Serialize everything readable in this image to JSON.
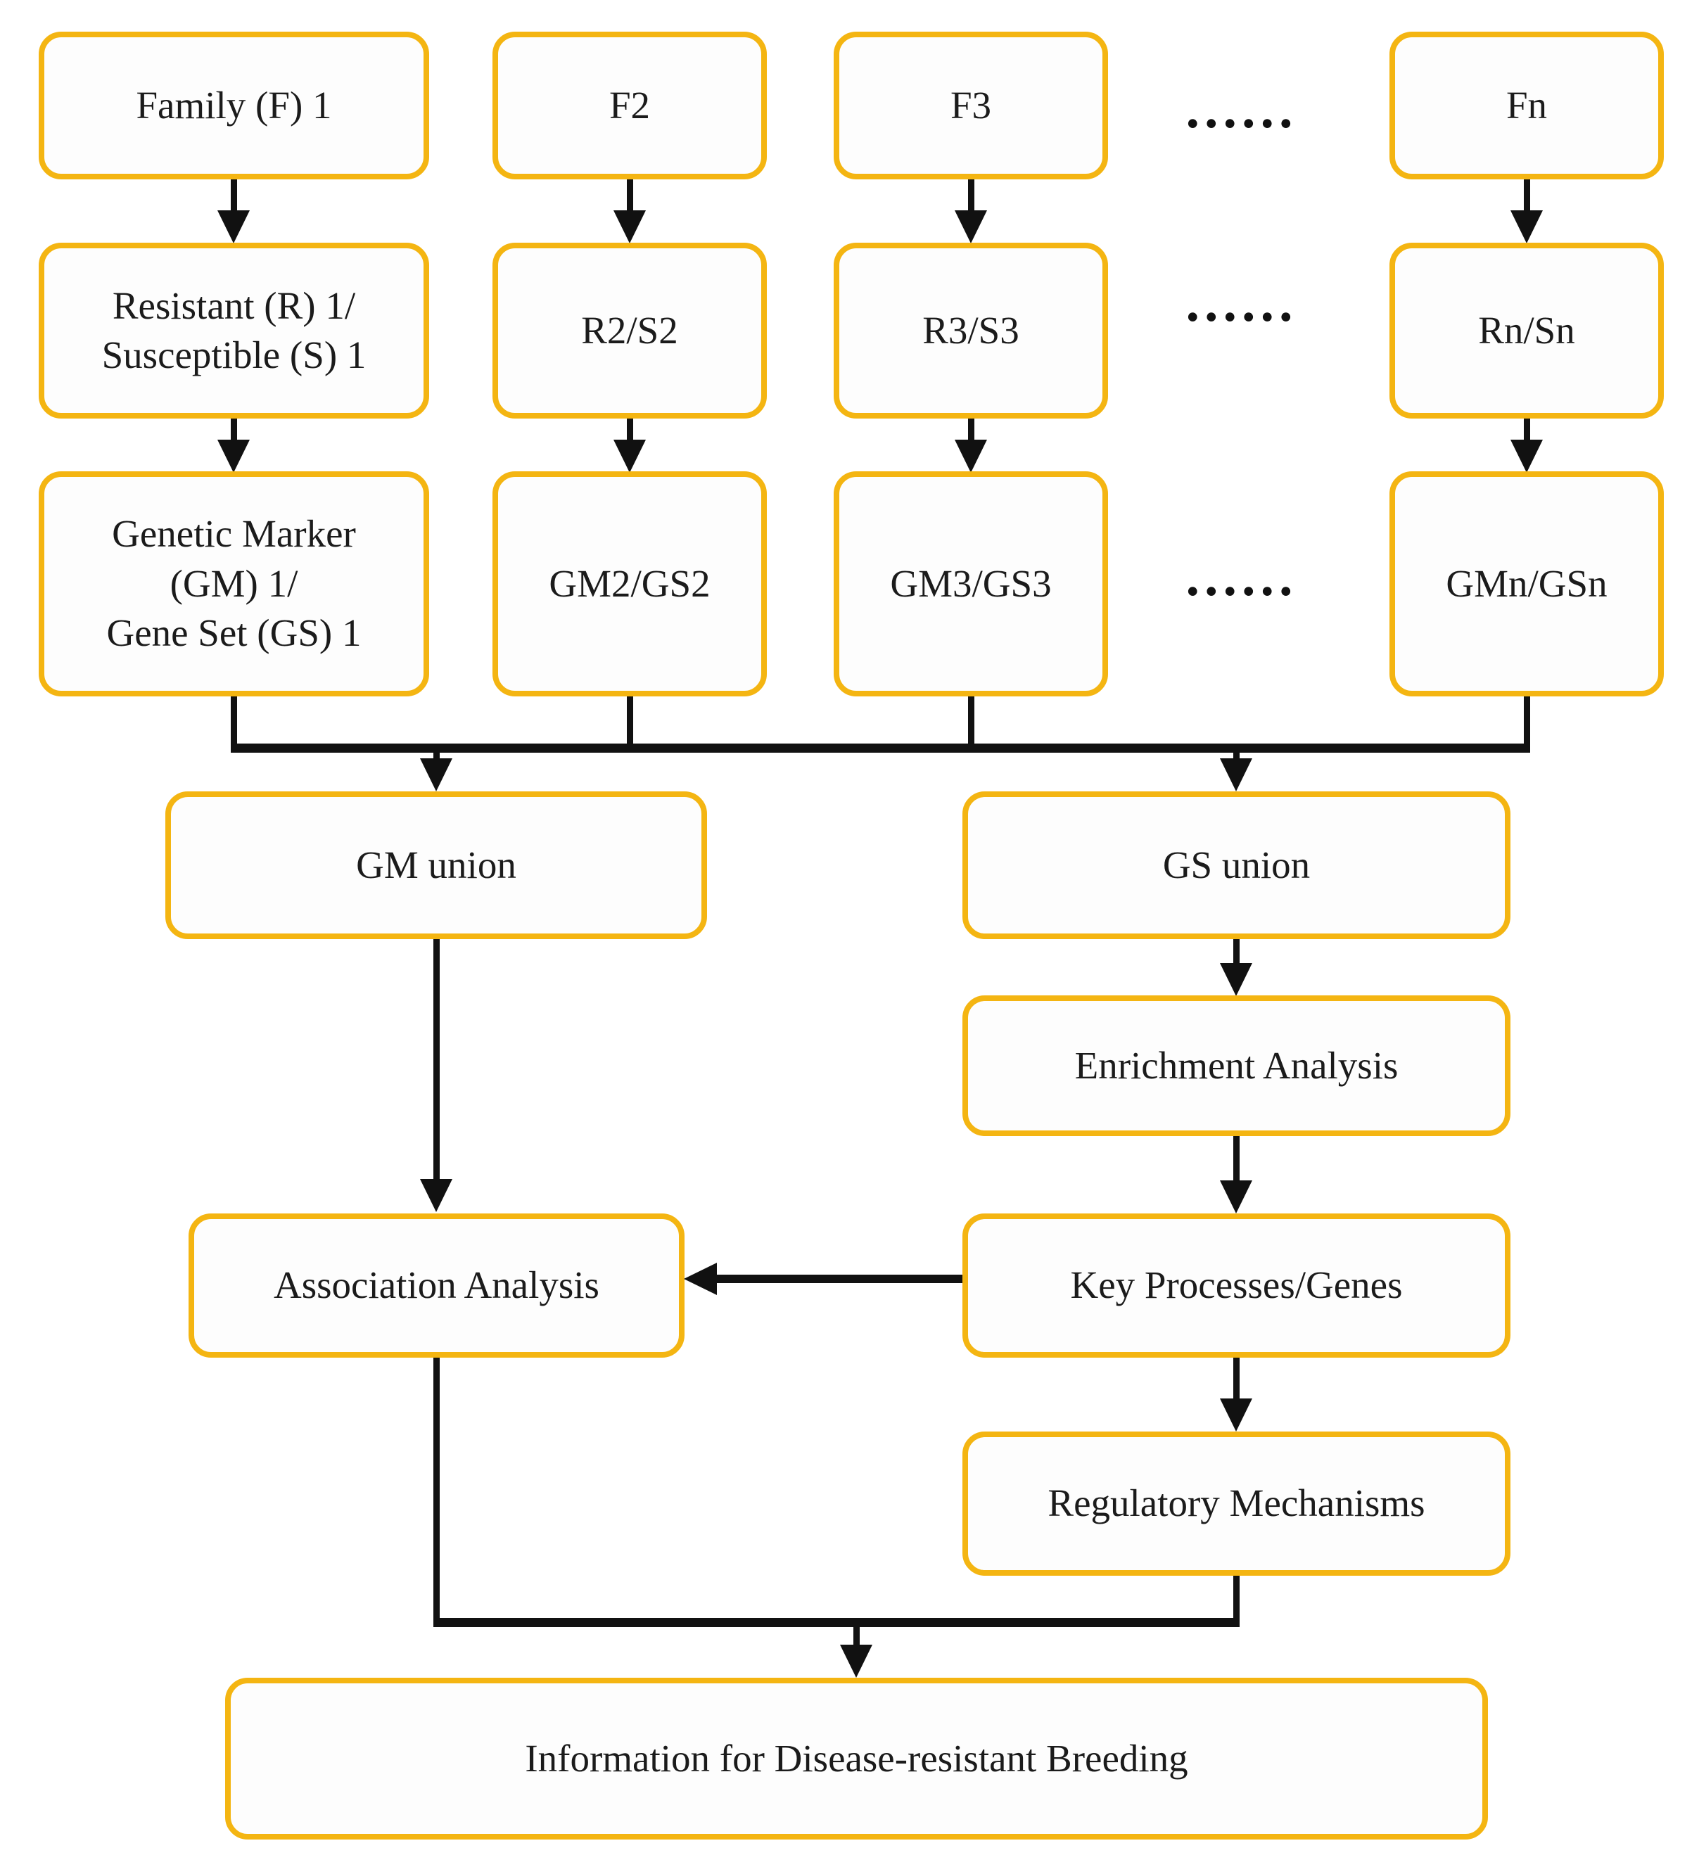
{
  "diagram": {
    "type": "flowchart",
    "topic": "Multi-family genetic analysis pipeline for disease-resistant breeding"
  },
  "colors": {
    "box_border": "#F4B512",
    "box_fill": "#FDFDFD",
    "line_color": "#111111",
    "text_color": "#1b1b1b",
    "page_bg": "#ffffff"
  },
  "ellipsis": {
    "row1": "......",
    "row2": "......",
    "row3": "......"
  },
  "nodes": {
    "family1": {
      "label": "Family (F) 1"
    },
    "f2": {
      "label": "F2"
    },
    "f3": {
      "label": "F3"
    },
    "fn": {
      "label": "Fn"
    },
    "rs1": {
      "label": "Resistant (R) 1/\nSusceptible (S) 1"
    },
    "rs2": {
      "label": "R2/S2"
    },
    "rs3": {
      "label": "R3/S3"
    },
    "rsn": {
      "label": "Rn/Sn"
    },
    "gm1": {
      "label": "Genetic Marker\n(GM) 1/\nGene Set (GS) 1"
    },
    "gm2": {
      "label": "GM2/GS2"
    },
    "gm3": {
      "label": "GM3/GS3"
    },
    "gmn": {
      "label": "GMn/GSn"
    },
    "gm_union": {
      "label": "GM union"
    },
    "gs_union": {
      "label": "GS union"
    },
    "enrichment": {
      "label": "Enrichment Analysis"
    },
    "association": {
      "label": "Association Analysis"
    },
    "key_processes": {
      "label": "Key Processes/Genes"
    },
    "regulatory": {
      "label": "Regulatory Mechanisms"
    },
    "information": {
      "label": "Information for Disease-resistant Breeding"
    }
  }
}
